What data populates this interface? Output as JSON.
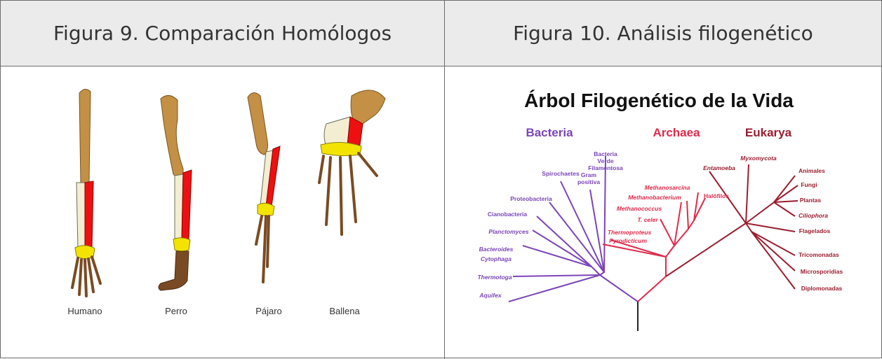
{
  "header": {
    "left_title": "Figura 9. Comparación Homólogos",
    "right_title": "Figura 10. Análisis filogenético"
  },
  "homologs": {
    "labels": [
      "Humano",
      "Perro",
      "Pájaro",
      "Ballena"
    ]
  },
  "tree": {
    "title": "Árbol Filogenético de la Vida",
    "domains": {
      "bacteria": "Bacteria",
      "archaea": "Archaea",
      "eukarya": "Eukarya"
    },
    "bacteria_leaves": [
      "Bacteria",
      "Verde",
      "Filamentosa",
      "Spirochaetes",
      "Gram",
      "positiva",
      "Proteobacteria",
      "Cianobacteria",
      "Planctomyces",
      "Bacteroides",
      "Cytophaga",
      "Thermotoga",
      "Aquifex"
    ],
    "archaea_leaves": [
      "Methanosarcina",
      "Methanobacterium",
      "Halófilos",
      "Methanococcus",
      "T. celer",
      "Thermoproteus",
      "Pyrodicticum"
    ],
    "eukarya_leaves": [
      "Myxomycota",
      "Entamoeba",
      "Animales",
      "Fungi",
      "Plantas",
      "Ciliophora",
      "Flagelados",
      "Tricomonadas",
      "Microsporidias",
      "Diplomonadas"
    ],
    "colors": {
      "bacteria": "#7a45b8",
      "archaea": "#e02a4a",
      "eukarya": "#9b1d2e",
      "root": "#222222"
    }
  }
}
